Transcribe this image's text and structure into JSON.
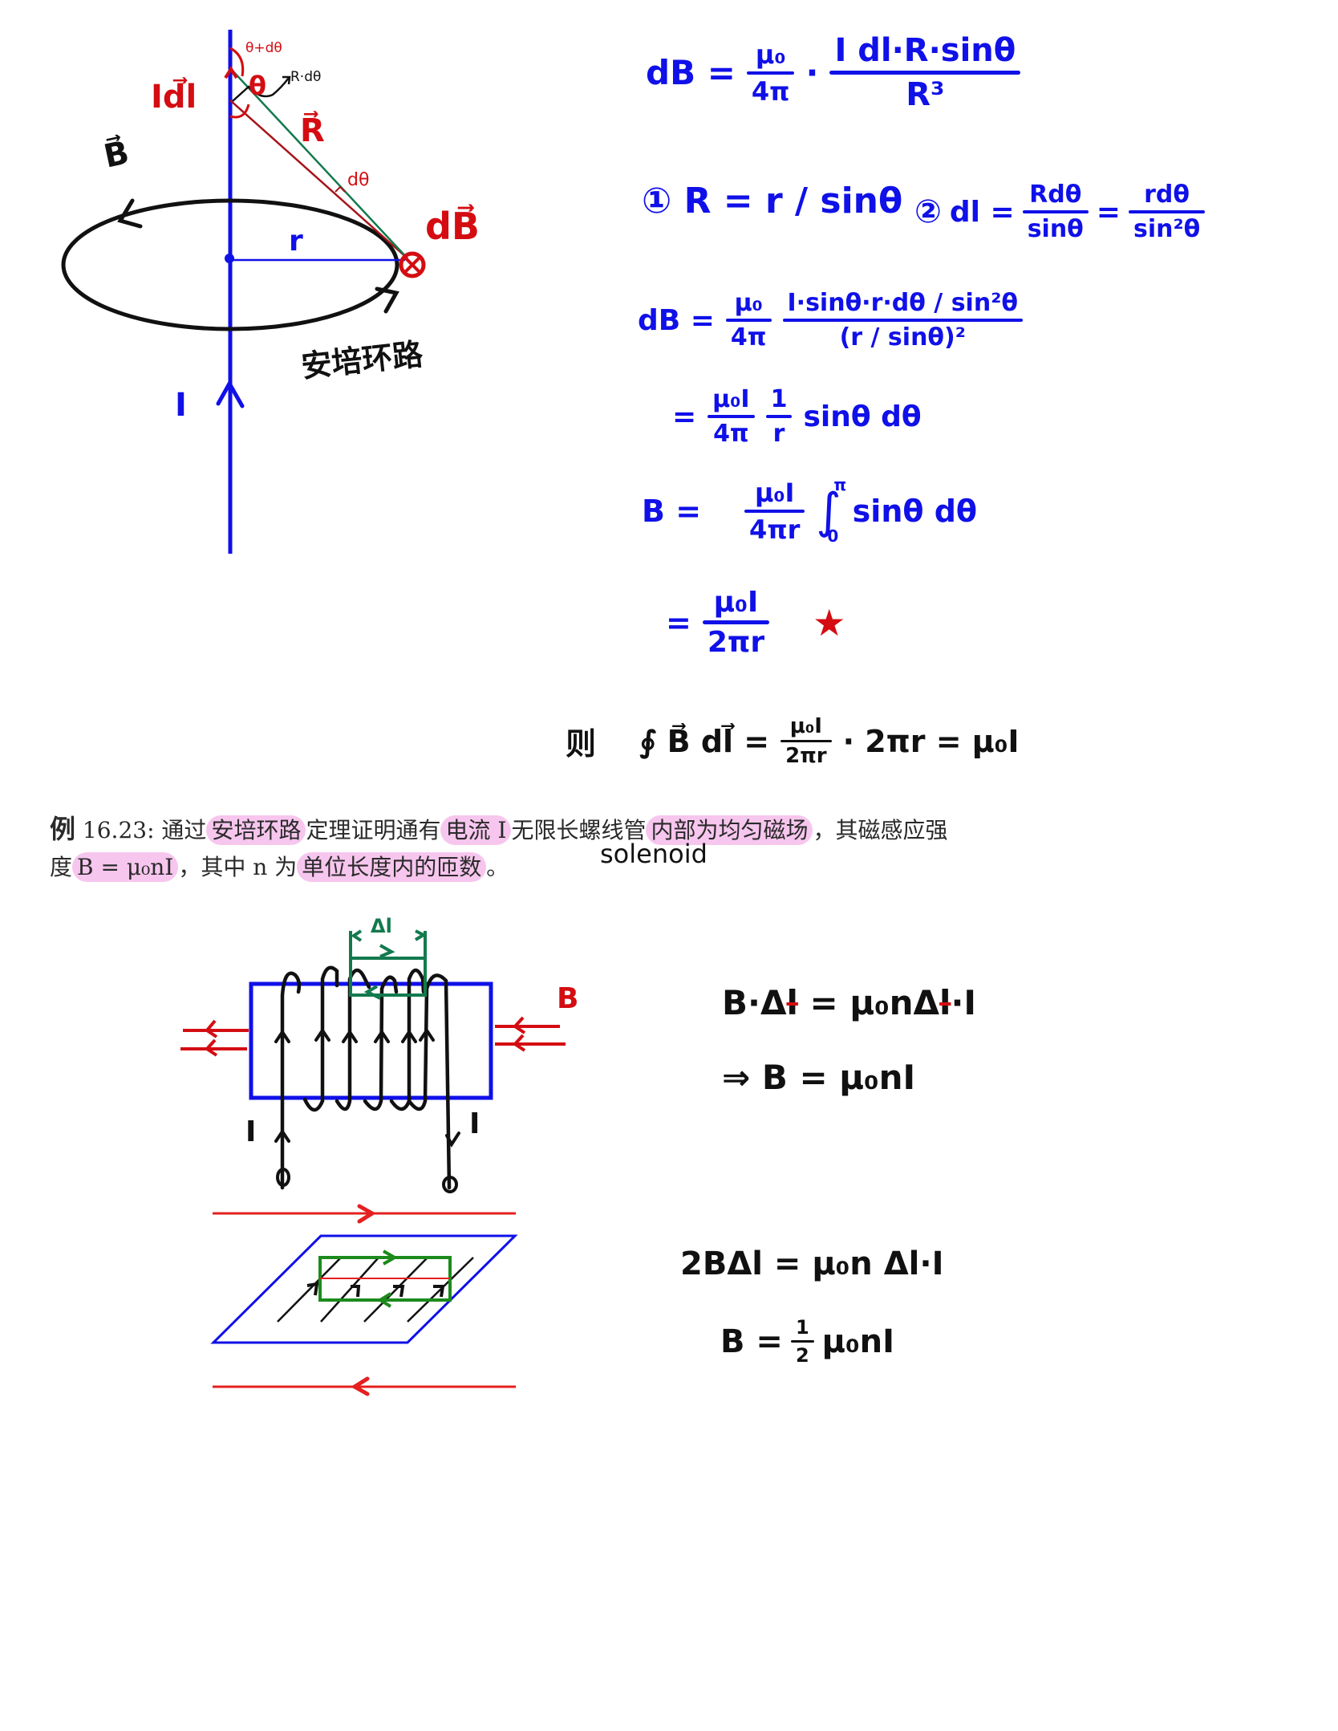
{
  "colors": {
    "ink_blue": "#1010e8",
    "ink_red": "#d40d12",
    "ink_black": "#111111",
    "ink_green": "#137a4e",
    "highlight_pink": "#f7c6ee",
    "page_bg": "#ffffff"
  },
  "diagram_wire": {
    "label_idl": "Id⃗l",
    "label_theta": "θ",
    "label_theta_dtheta": "θ+dθ",
    "label_R_dtheta": "R·dθ",
    "label_R": "R⃗",
    "label_dtheta": "dθ",
    "label_B": "B⃗",
    "label_r": "r",
    "label_dB": "dB⃗",
    "label_into_page": "⊗",
    "label_current": "I",
    "label_loop": "安培环路"
  },
  "derivation": {
    "eq1": {
      "lhs": "dB =",
      "coef_num": "μ₀",
      "coef_den": "4π",
      "dot": "·",
      "num": "I dl·R·sinθ",
      "den": "R³"
    },
    "eq2a": {
      "marker": "①",
      "text": "R = r / sinθ"
    },
    "eq2b": {
      "marker": "②",
      "lhs": "dl =",
      "f1_num": "Rdθ",
      "f1_den": "sinθ",
      "eq": "=",
      "f2_num": "rdθ",
      "f2_den": "sin²θ"
    },
    "eq3": {
      "lhs": "dB =",
      "coef_num": "μ₀",
      "coef_den": "4π",
      "num": "I·sinθ·r·dθ / sin²θ",
      "den": "(r / sinθ)²"
    },
    "eq4": {
      "lhs": "=",
      "coef_num": "μ₀I",
      "coef_den": "4π",
      "f_num": "1",
      "f_den": "r",
      "rest": "sinθ  dθ"
    },
    "eq5": {
      "lhs": "B =",
      "coef_num": "μ₀I",
      "coef_den": "4πr",
      "integral": "∫",
      "upper": "π",
      "lower": "0",
      "rest": "sinθ dθ"
    },
    "eq6": {
      "lhs": "=",
      "num": "μ₀I",
      "den": "2πr",
      "star": "★"
    },
    "eq7": {
      "prefix": "则",
      "loop_int": "∮ B⃗ dl⃗ =",
      "num": "μ₀I",
      "den": "2πr",
      "rest": "· 2πr = μ₀I"
    }
  },
  "problem": {
    "label": "例",
    "number": "16.23:",
    "seg1": "通过",
    "hl1": "安培环路",
    "seg2": "定理证明通有",
    "hl2": "电流 I",
    "seg3": "无限长螺线管",
    "hl3": "内部为均匀磁场",
    "seg4": "，其磁感应强",
    "seg5": "度",
    "hl4": "B = μ₀nI",
    "seg6": "，其中 n 为",
    "hl5": "单位长度内的匝数",
    "seg7": "。",
    "annotation": "solenoid"
  },
  "diagram_solenoid": {
    "label_delta_l": "Δl",
    "label_B": "B",
    "label_I_in": "I",
    "label_I_out": "I"
  },
  "solenoid_equations": {
    "line1_lhs": "B·Δ",
    "line1_lhs_cancel": "l",
    "line1_mid": "= μ₀nΔ",
    "line1_mid_cancel": "l",
    "line1_end": "·I",
    "line2": "⇒ B = μ₀nI"
  },
  "sheet_equations": {
    "line1": "2BΔl = μ₀n Δl·I",
    "line2_lhs": "B =",
    "line2_num": "1",
    "line2_den": "2",
    "line2_rest": "μ₀nI"
  }
}
